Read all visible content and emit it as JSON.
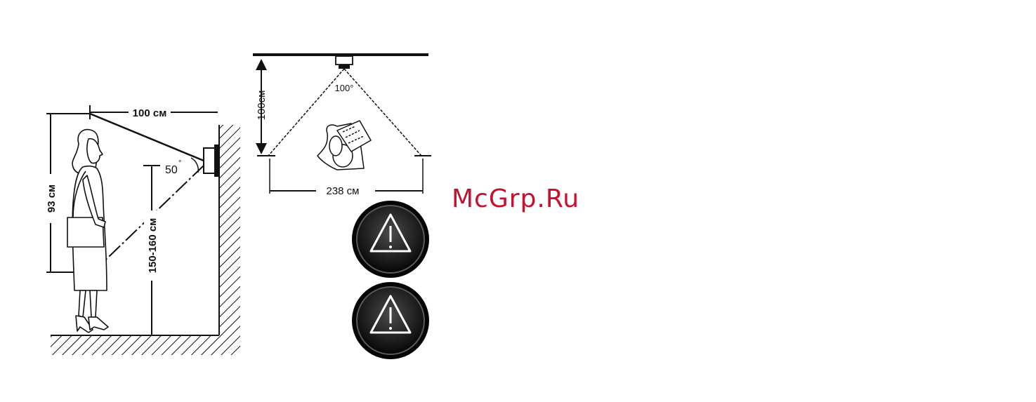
{
  "wall_install": {
    "horizontal_distance": "100 см",
    "angle": "50",
    "angle_degree_mark": "°",
    "person_height_label": "93 см",
    "mount_height_label": "150-160 см"
  },
  "ceiling_install": {
    "height_label": "100см",
    "view_angle": "100°",
    "coverage_width": "238 см"
  },
  "warning_icons": [
    {
      "icon": "warning-triangle-icon"
    },
    {
      "icon": "warning-triangle-icon"
    }
  ],
  "watermark": "McGrp.Ru",
  "colors": {
    "line": "#111111",
    "watermark": "#c8102e",
    "button": "#1a1a1a"
  }
}
